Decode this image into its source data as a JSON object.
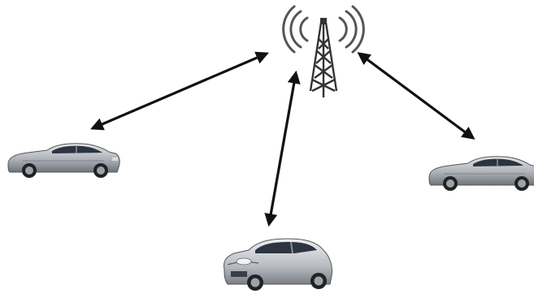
{
  "diagram": {
    "type": "vehicle-to-infrastructure communication",
    "nodes": [
      {
        "id": "tower",
        "icon": "cell-tower-icon"
      },
      {
        "id": "car-left",
        "icon": "sports-car-icon",
        "color": "silver"
      },
      {
        "id": "car-bottom",
        "icon": "hatchback-car-icon",
        "color": "silver"
      },
      {
        "id": "car-right",
        "icon": "sports-car-icon",
        "color": "silver"
      }
    ],
    "links": [
      {
        "from": "tower",
        "to": "car-left",
        "bidirectional": true
      },
      {
        "from": "tower",
        "to": "car-bottom",
        "bidirectional": true
      },
      {
        "from": "tower",
        "to": "car-right",
        "bidirectional": true
      }
    ],
    "colors": {
      "arrow": "#111111",
      "car_body": "#b9bcc2",
      "car_window": "#2c3440",
      "tower": "#3a3a3a"
    }
  }
}
